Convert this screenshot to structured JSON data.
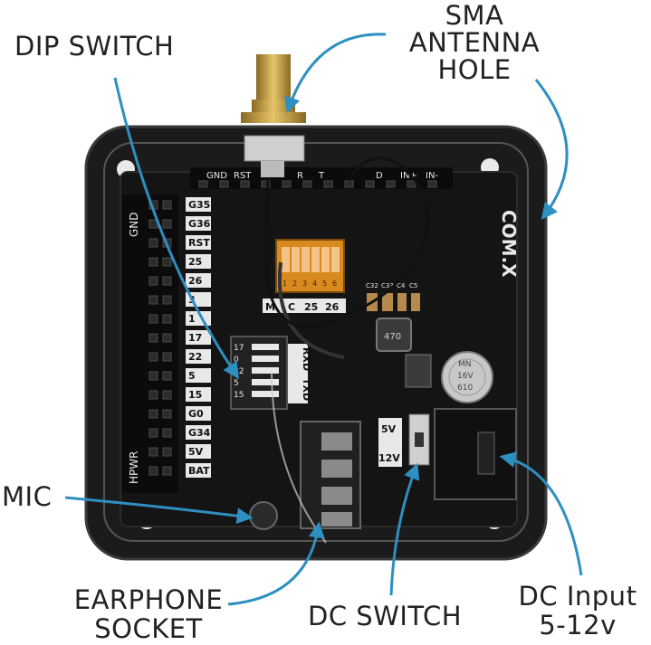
{
  "labels": {
    "dip_switch": "DIP SWITCH",
    "sma_line1": "SMA",
    "sma_line2": "ANTENNA",
    "sma_line3": "HOLE",
    "mic": "MIC",
    "earphone_line1": "EARPHONE",
    "earphone_line2": "SOCKET",
    "dc_switch": "DC SWITCH",
    "dc_input_line1": "DC Input",
    "dc_input_line2": "5-12v"
  },
  "board": {
    "module_text": "COM.X",
    "left_header_pins": [
      "G35",
      "G36",
      "RST",
      "25",
      "26",
      "3",
      "1",
      "17",
      "22",
      "5",
      "15",
      "G0",
      "G34",
      "5V",
      "BAT"
    ],
    "side_label_gnd": "GND",
    "side_label_hpwr": "HPWR",
    "top_header": [
      "GND",
      "RST",
      "R",
      "T",
      "D",
      "IN+",
      "IN-"
    ],
    "dip_numbers": [
      "1",
      "2",
      "3",
      "4",
      "5",
      "6"
    ],
    "dip_bottom_labels": [
      "M",
      "C",
      "25",
      "26"
    ],
    "gpio_small": [
      "17",
      "0",
      "22",
      "5",
      "15"
    ],
    "uart_labels": [
      "RXD",
      "TXD"
    ],
    "power_labels": [
      "5V",
      "12V"
    ],
    "cap_labels": [
      "C32",
      "C33",
      "C4",
      "C5"
    ],
    "ic_text": "470",
    "capacitor_text": [
      "MN",
      "16V",
      "610"
    ]
  },
  "colors": {
    "arrow": "#2e8fc1",
    "text": "#222222",
    "pcb": "#151515",
    "case": "#1e1e1e",
    "silkscreen": "#e8e8e8",
    "gold": "#c9a24a"
  }
}
